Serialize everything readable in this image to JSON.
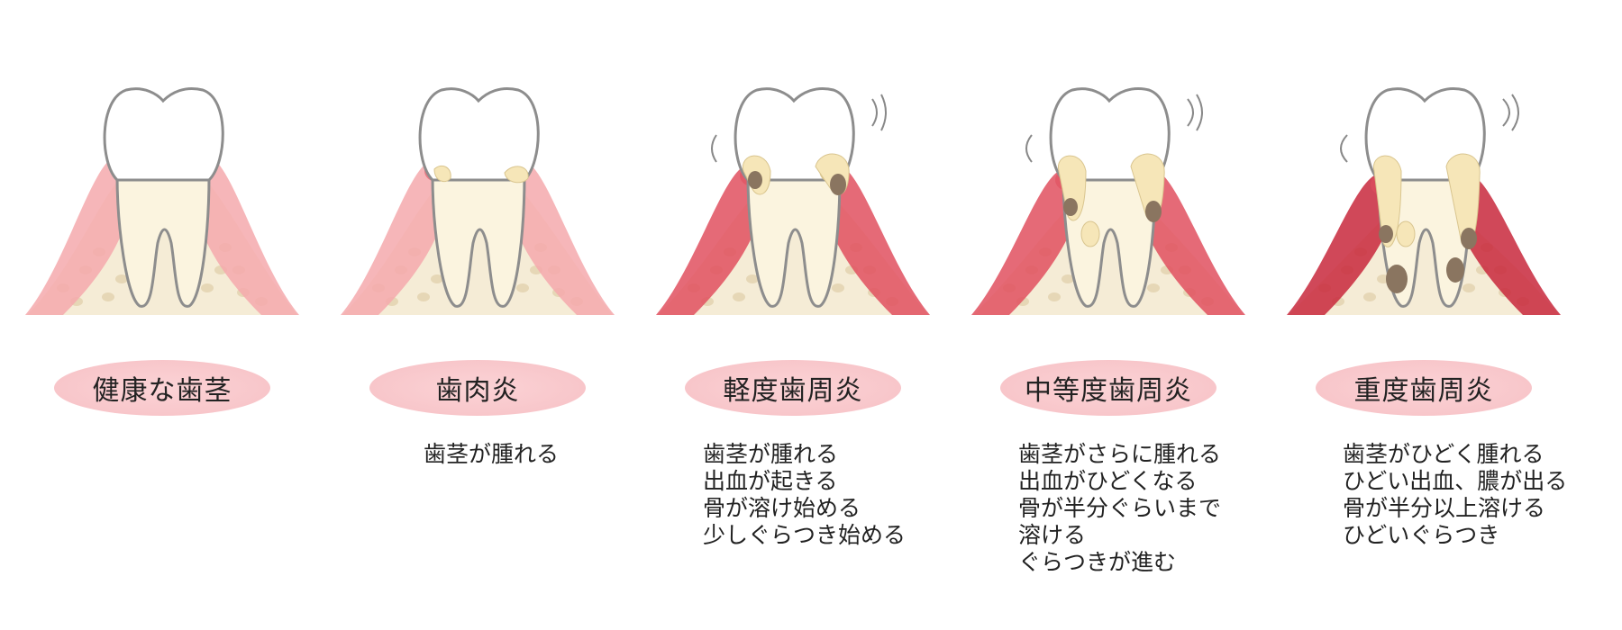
{
  "stages": [
    {
      "label": "健康な歯茎",
      "description": [],
      "severity": 0
    },
    {
      "label": "歯肉炎",
      "description": [
        "歯茎が腫れる"
      ],
      "severity": 1
    },
    {
      "label": "軽度歯周炎",
      "description": [
        "歯茎が腫れる",
        "出血が起きる",
        "骨が溶け始める",
        "少しぐらつき始める"
      ],
      "severity": 2
    },
    {
      "label": "中等度歯周炎",
      "description": [
        "歯茎がさらに腫れる",
        "出血がひどくなる",
        "骨が半分ぐらいまで",
        "溶ける",
        "ぐらつきが進む"
      ],
      "severity": 3
    },
    {
      "label": "重度歯周炎",
      "description": [
        "歯茎がひどく腫れる",
        "ひどい出血、膿が出る",
        "骨が半分以上溶ける",
        "ひどいぐらつき"
      ],
      "severity": 4
    }
  ],
  "colors": {
    "gum_healthy": "#f4a9ad",
    "gum_inflamed": "#e0505f",
    "gum_severe": "#c8283c",
    "bone": "#f5ecd6",
    "bone_spot": "#e6d7b6",
    "tooth": "#ffffff",
    "tooth_root": "#fbf4df",
    "tooth_outline": "#8d8d8d",
    "plaque": "#f6e6b8",
    "tartar": "#8a7560",
    "pill": "#f8c6ca"
  }
}
